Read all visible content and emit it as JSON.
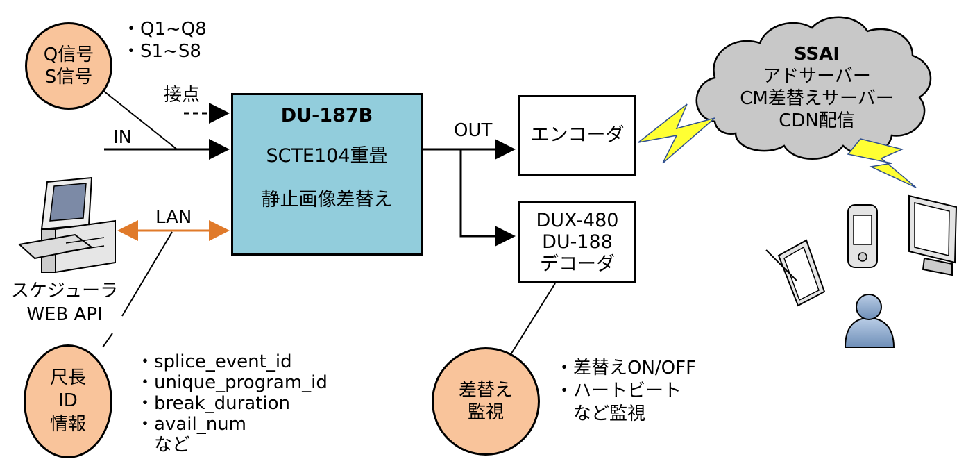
{
  "qs_signal": {
    "line1": "Q信号",
    "line2": "S信号"
  },
  "qs_bullets": [
    "・Q1~Q8",
    "・S1~S8"
  ],
  "contact_label": "接点",
  "in_label": "IN",
  "lan_label": "LAN",
  "out_label": "OUT",
  "main_box": {
    "title": "DU-187B",
    "line1": "SCTE104重畳",
    "line2": "静止画像差替え"
  },
  "encoder": "エンコーダ",
  "decoder": {
    "line1": "DUX-480",
    "line2": "DU-188",
    "line3": "デコーダ"
  },
  "ssai": {
    "title": "SSAI",
    "line1": "アドサーバー",
    "line2": "CM差替えサーバー",
    "line3": "CDN配信"
  },
  "scheduler": {
    "line1": "スケジューラ",
    "line2": "WEB API"
  },
  "length_info": {
    "line1": "尺長",
    "line2": "ID",
    "line3": "情報"
  },
  "length_bullets": [
    "・splice_event_id",
    "・unique_program_id",
    "・break_duration",
    "・avail_num",
    "　など"
  ],
  "replace_monitor": {
    "line1": "差替え",
    "line2": "監視"
  },
  "monitor_bullets": [
    "・差替えON/OFF",
    "・ハートビート",
    "　など監視"
  ],
  "colors": {
    "circle_fill": "#f9c49b",
    "main_box_fill": "#92cddc",
    "cloud_fill": "#c8c8c8",
    "lan_arrow": "#e07a2a",
    "lightning": "#ffff33"
  },
  "icons": [
    "desktop-computer-icon",
    "tablet-icon",
    "smartphone-icon",
    "monitor-icon",
    "user-icon",
    "lightning-icon",
    "cloud-icon"
  ]
}
